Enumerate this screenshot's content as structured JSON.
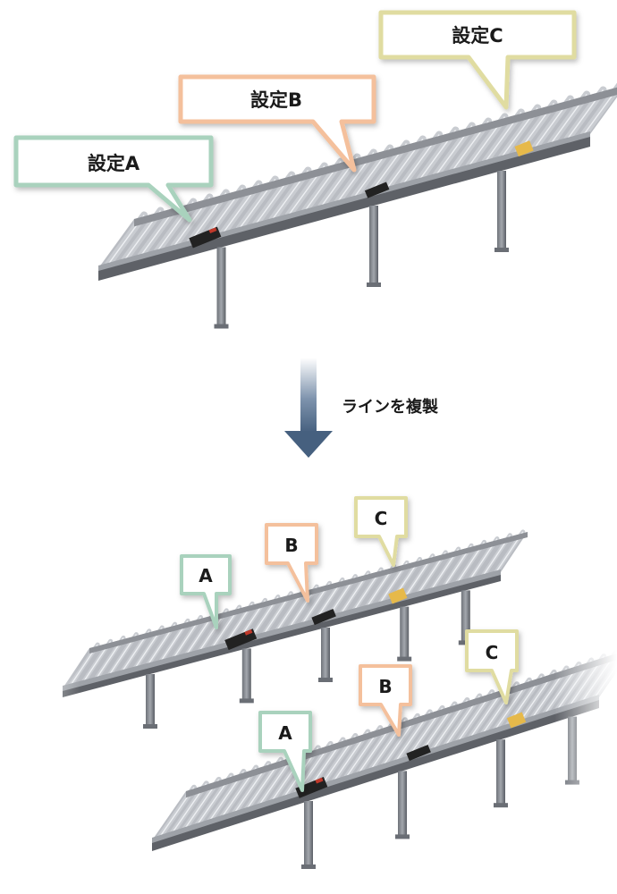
{
  "top_callouts": [
    {
      "id": "a",
      "label": "設定A",
      "color": "#a9d2bd"
    },
    {
      "id": "b",
      "label": "設定B",
      "color": "#f4c09c"
    },
    {
      "id": "c",
      "label": "設定C",
      "color": "#e0dca1"
    }
  ],
  "arrow": {
    "label": "ラインを複製",
    "color": "#4b6482"
  },
  "line1_callouts": [
    {
      "id": "a",
      "label": "A",
      "color": "#a9d2bd"
    },
    {
      "id": "b",
      "label": "B",
      "color": "#f4c09c"
    },
    {
      "id": "c",
      "label": "C",
      "color": "#e0dca1"
    }
  ],
  "line2_callouts": [
    {
      "id": "a",
      "label": "A",
      "color": "#a9d2bd"
    },
    {
      "id": "b",
      "label": "B",
      "color": "#f4c09c"
    },
    {
      "id": "c",
      "label": "C",
      "color": "#e0dca1"
    }
  ],
  "colors": {
    "frame": "#8d9096",
    "frame_dark": "#5e6167",
    "roller": "#c9ccd1",
    "sensor_red": "#c0392b",
    "sensor_black": "#222222",
    "sensor_yellow": "#e6b94a"
  }
}
